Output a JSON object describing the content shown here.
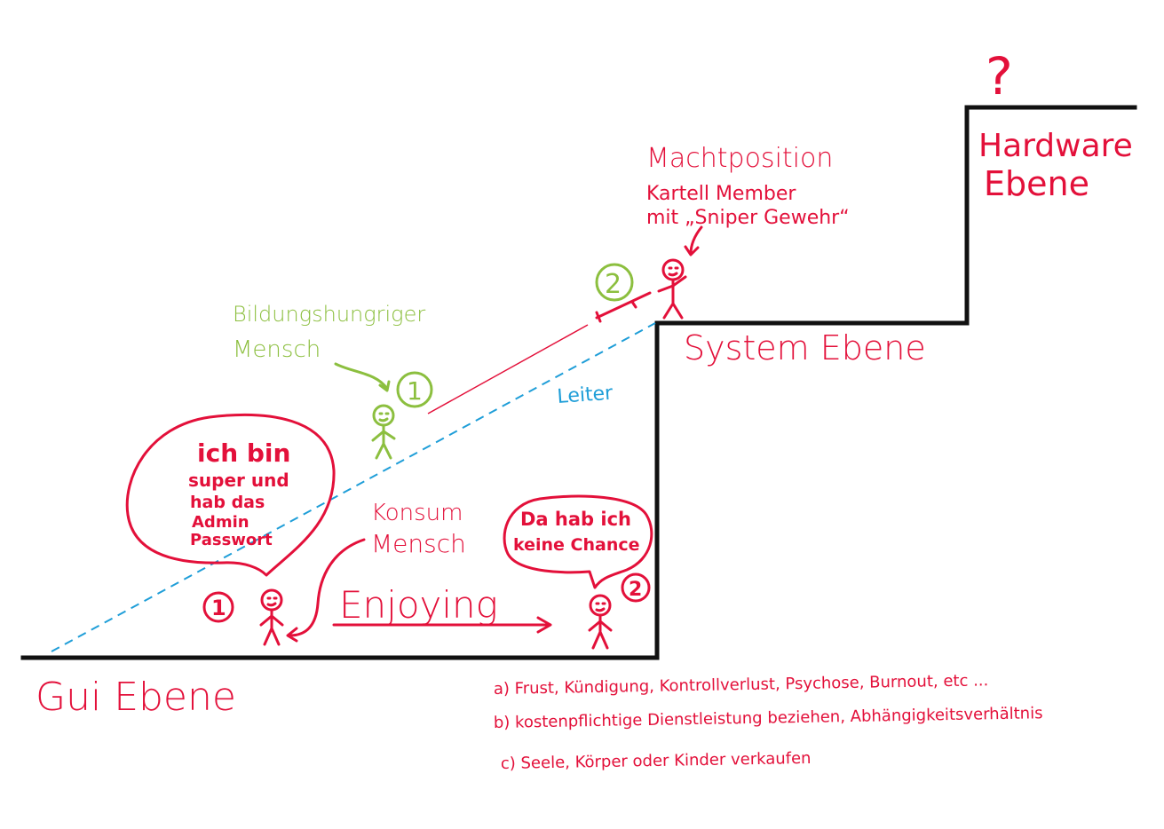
{
  "levels": {
    "gui": "Gui Ebene",
    "system": "System Ebene",
    "hardware_line1": "Hardware",
    "hardware_line2": "Ebene",
    "unknown_mark": "?"
  },
  "ladder_label": "Leiter",
  "power": {
    "title": "Machtposition",
    "line1": "Kartell Member",
    "line2": "mit „Sniper Gewehr“"
  },
  "education": {
    "line1": "Bildungshungriger",
    "line2": "Mensch",
    "number": "1"
  },
  "consumer": {
    "line1": "Konsum",
    "line2": "Mensch"
  },
  "bubble_left": [
    "ich bin",
    "super und",
    "hab das",
    "Admin",
    "Passwort"
  ],
  "bubble_right": [
    "Da hab ich",
    "keine Chance"
  ],
  "markers": {
    "left_person": "1",
    "right_person": "2",
    "sniper": "2"
  },
  "enjoying": "Enjoying",
  "notes": [
    "a) Frust, Kündigung, Kontrollverlust, Psychose, Burnout, etc ...",
    "b) kostenpflichtige Dienstleistung beziehen, Abhängigkeitsverhältnis",
    "c) Seele, Körper oder Kinder verkaufen"
  ],
  "colors": {
    "red": "#e3103a",
    "green": "#8cbf3f",
    "blue": "#1f9ed8",
    "black": "#111111"
  }
}
